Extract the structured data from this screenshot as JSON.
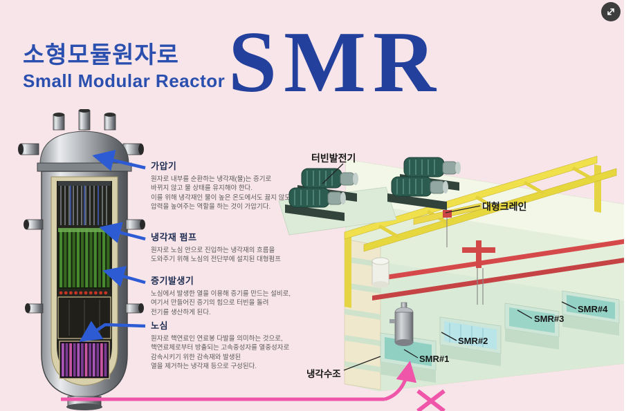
{
  "header": {
    "title_ko": "소형모듈원자로",
    "title_en": "Small Modular Reactor",
    "acronym": "SMR"
  },
  "reactor_annotations": [
    {
      "title": "가압기",
      "body": "원자로 내부를 순환하는 냉각재(물)는 증기로\n바뀌지 않고 물 상태를 유지해야 한다.\n이를 위해 냉각재인 물이 높은 온도에서도 끓지 않도록\n압력을 높여주는 역할을 하는 것이 가압기다."
    },
    {
      "title": "냉각재 펌프",
      "body": "원자로 노심 안으로 진입하는 냉각재의 흐름을\n도와주기 위해 노심의 전단부에 설치된 대형펌프"
    },
    {
      "title": "증기발생기",
      "body": "노심에서 발생한 열을 이용해 증기를 만드는 설비로,\n여기서 만들어진 증기의 힘으로 터빈을 돌려\n전기를 생산하게 된다."
    },
    {
      "title": "노심",
      "body": "원자로 핵연료인 연료봉 다발을 의미하는 것으로,\n핵연료체로부터 방출되는 고속중성자를 열중성자로\n감속시키기 위한 감속재와 발생된\n열을 제거하는 냉각재 등으로 구성된다."
    }
  ],
  "plant": {
    "labels": {
      "turbine_generator": "터빈발전기",
      "large_crane": "대형크레인",
      "cooling_pool": "냉각수조",
      "smr_units": [
        "SMR#1",
        "SMR#2",
        "SMR#3",
        "SMR#4"
      ]
    }
  },
  "icons": {
    "expand": "expand-diagonal-arrows"
  },
  "colors": {
    "background_pink": "#f7e5e9",
    "title_blue": "#2b4fae",
    "acronym_navy": "#22409c",
    "annotation_arrow_blue": "#2d5bd4",
    "highlight_pink": "#ef55a9",
    "plant_mint": "#ecf3df",
    "crane_yellow": "#f0e14c",
    "rail_red": "#d6494a",
    "pool_teal": "#93d2c4"
  }
}
